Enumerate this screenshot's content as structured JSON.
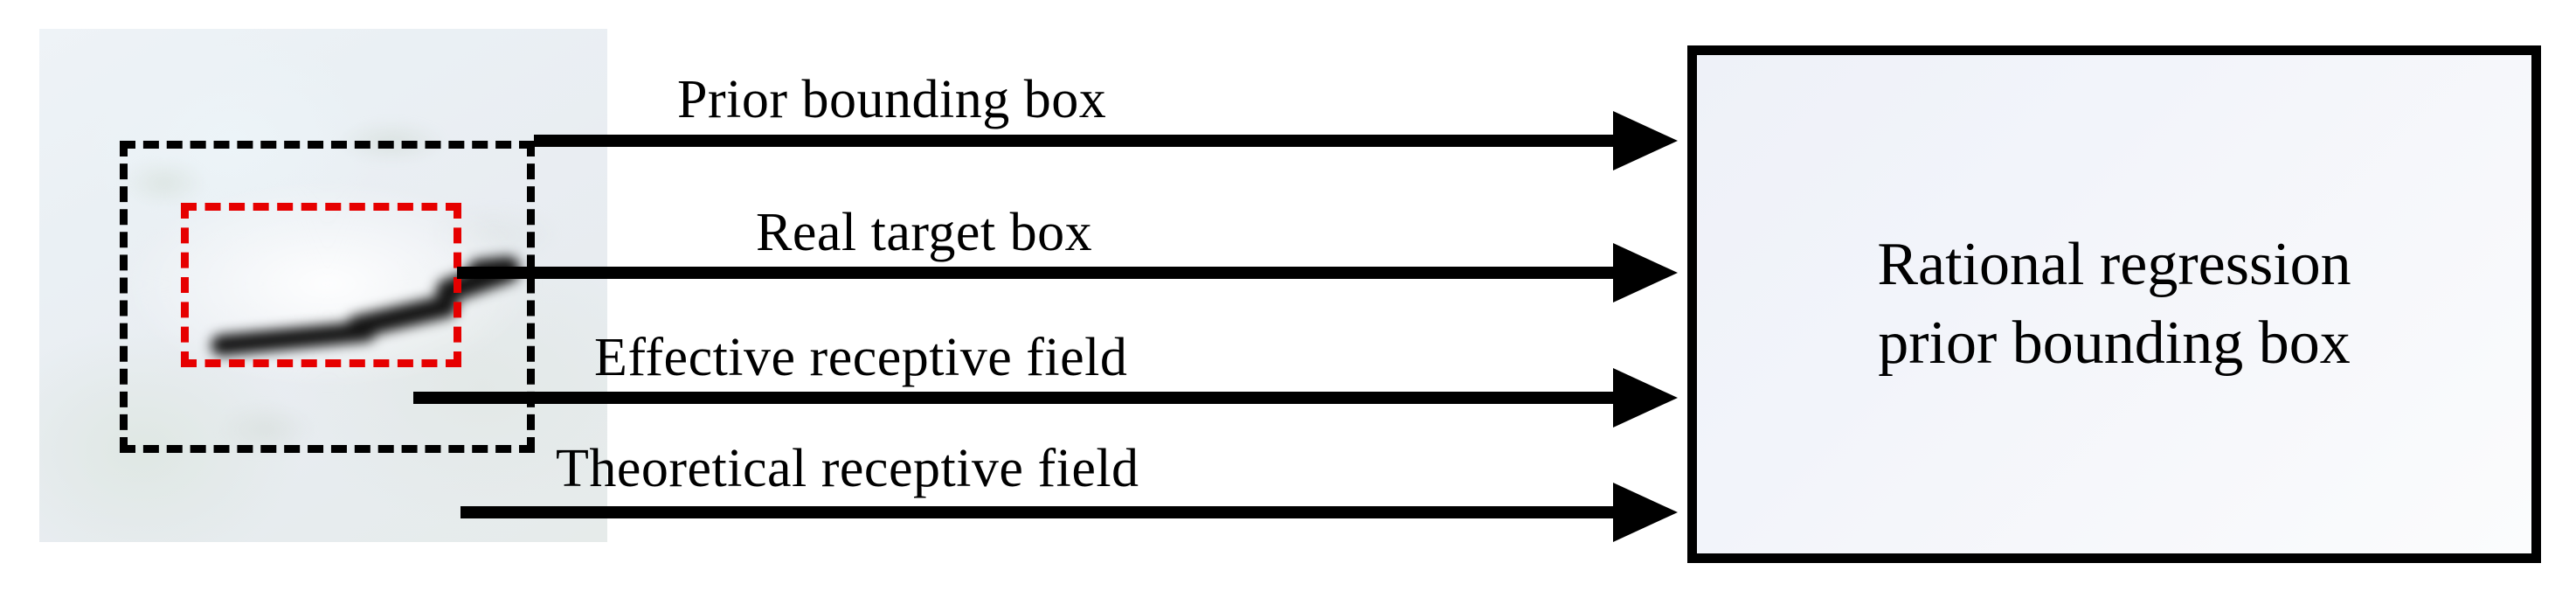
{
  "figure": {
    "type": "flow-diagram",
    "background_color": "#ffffff",
    "accent_red": "#e60000",
    "accent_black": "#000000"
  },
  "photo": {
    "caption": "blurred aerial optical image patch containing a dark elongated ship target",
    "annotations": {
      "theoretical_receptive_field_box": {
        "style": "black dashed rectangle",
        "color": "#000000"
      },
      "real_target_box": {
        "style": "red dashed rectangle",
        "color": "#e60000"
      }
    }
  },
  "arrows": [
    {
      "label": "Prior bounding box"
    },
    {
      "label": "Real target box"
    },
    {
      "label": "Effective receptive field"
    },
    {
      "label": "Theoretical receptive field"
    }
  ],
  "result_box": {
    "lines": [
      "Rational regression",
      "prior bounding box"
    ]
  }
}
